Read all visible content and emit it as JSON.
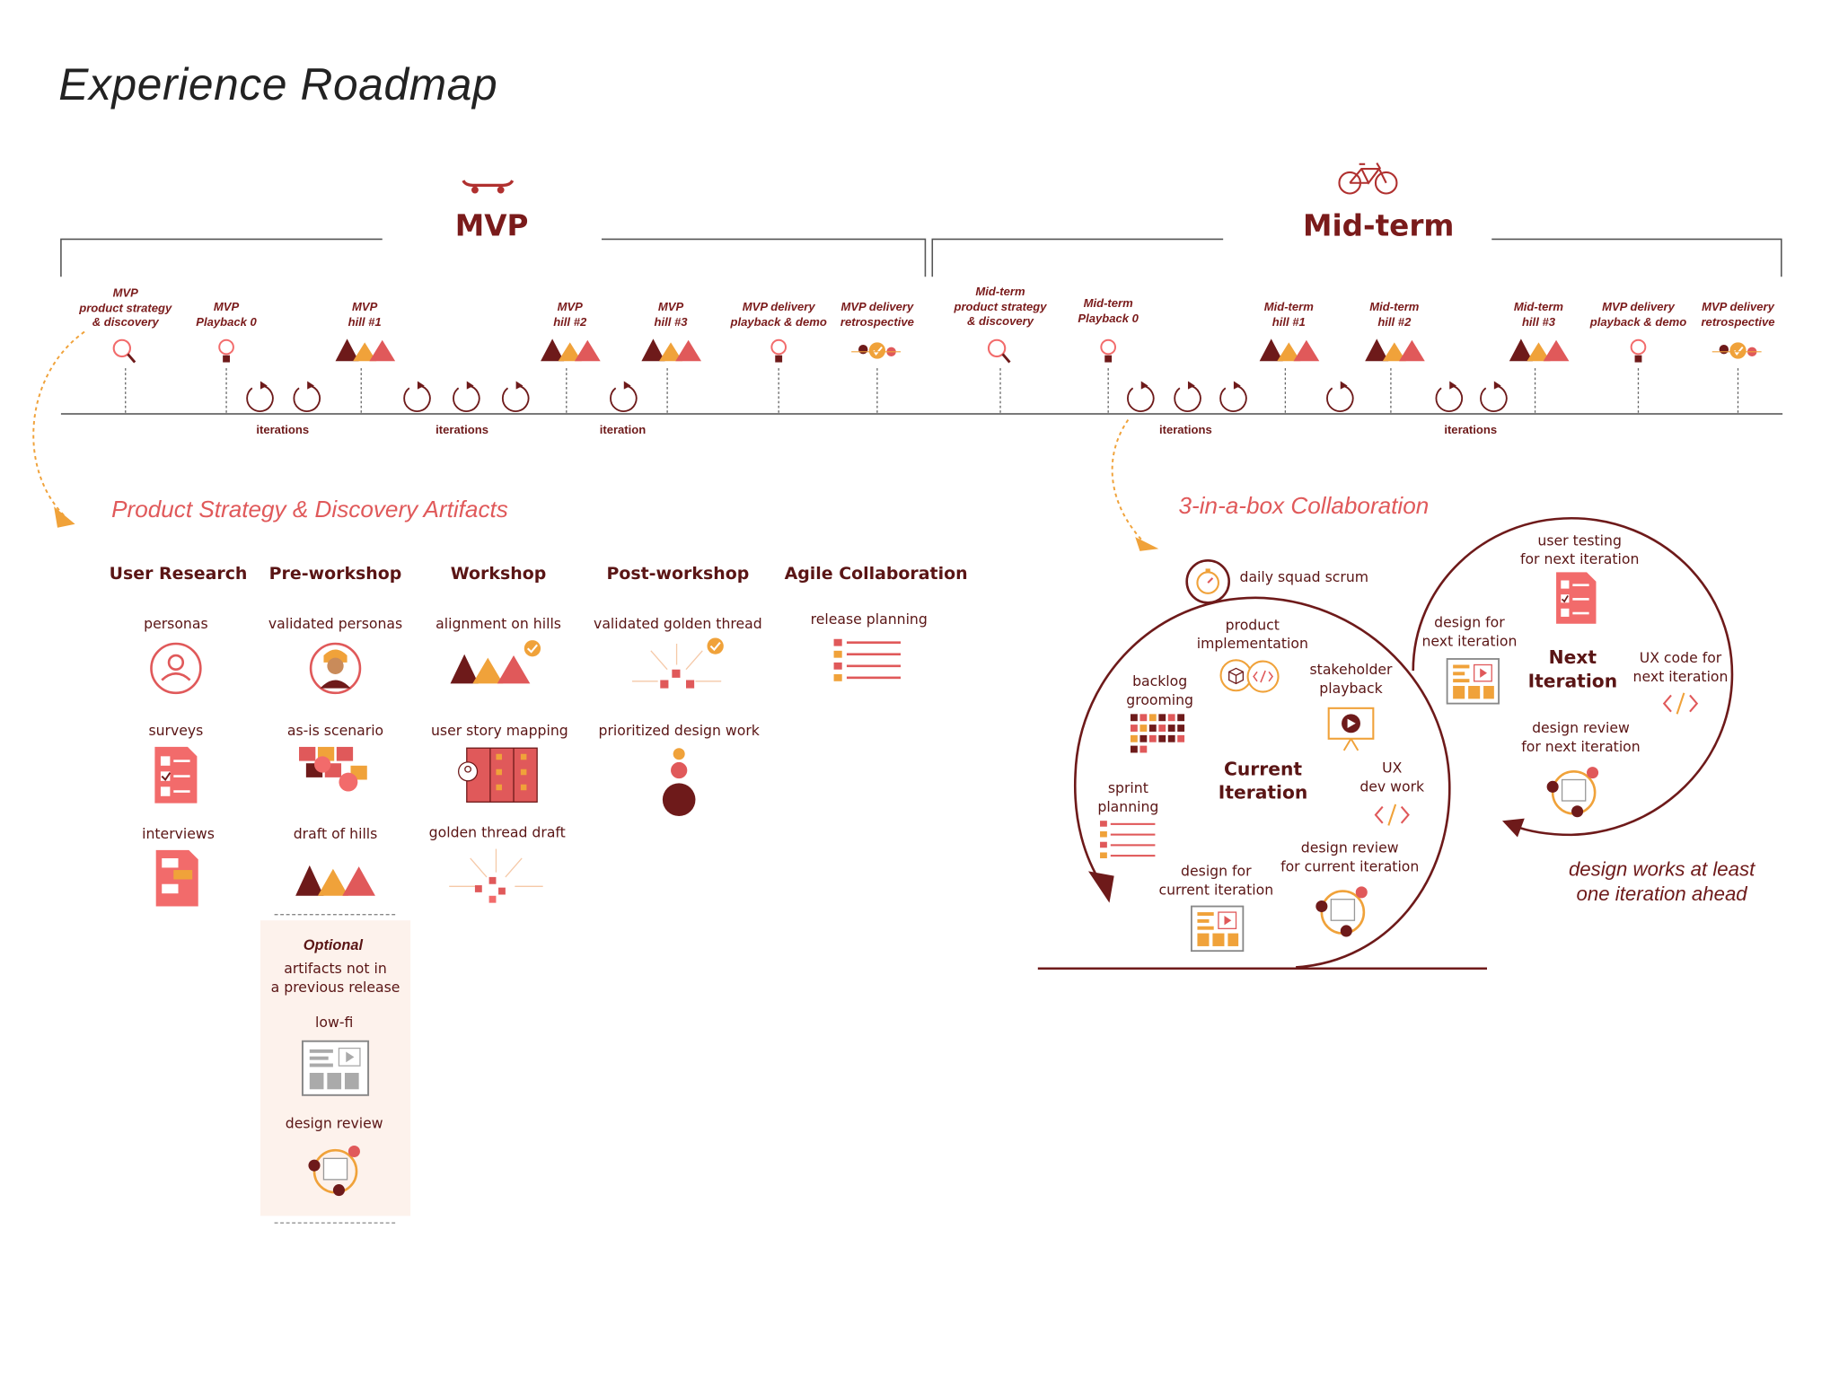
{
  "title": "Experience Roadmap",
  "phases": {
    "mvp": {
      "label": "MVP",
      "icon": "skateboard-icon"
    },
    "midterm": {
      "label": "Mid-term",
      "icon": "bicycle-icon"
    }
  },
  "milestones": [
    {
      "text": "MVP\nproduct strategy\n& discovery",
      "icon": "magnifier-icon"
    },
    {
      "text": "MVP\nPlayback 0",
      "icon": "lightbulb-icon"
    },
    {
      "text": "MVP\nhill #1",
      "icon": "hills-icon"
    },
    {
      "text": "MVP\nhill #2",
      "icon": "hills-icon"
    },
    {
      "text": "MVP\nhill #3",
      "icon": "hills-icon"
    },
    {
      "text": "MVP delivery\nplayback & demo",
      "icon": "lightbulb-icon"
    },
    {
      "text": "MVP delivery\nretrospective",
      "icon": "retro-icon"
    },
    {
      "text": "Mid-term\nproduct strategy\n& discovery",
      "icon": "magnifier-icon"
    },
    {
      "text": "Mid-term\nPlayback 0",
      "icon": "lightbulb-icon"
    },
    {
      "text": "Mid-term\nhill #1",
      "icon": "hills-icon"
    },
    {
      "text": "Mid-term\nhill #2",
      "icon": "hills-icon"
    },
    {
      "text": "Mid-term\nhill #3",
      "icon": "hills-icon"
    },
    {
      "text": "MVP delivery\nplayback & demo",
      "icon": "lightbulb-icon"
    },
    {
      "text": "MVP delivery\nretrospective",
      "icon": "retro-icon"
    }
  ],
  "iterations": [
    "iterations",
    "iterations",
    "iteration",
    "iterations",
    "iterations"
  ],
  "artifacts": {
    "heading": "Product Strategy & Discovery Artifacts",
    "columns": [
      {
        "title": "User Research",
        "items": [
          "personas",
          "surveys",
          "interviews"
        ]
      },
      {
        "title": "Pre-workshop",
        "items": [
          "validated personas",
          "as-is scenario",
          "draft of hills"
        ]
      },
      {
        "title": "Workshop",
        "items": [
          "alignment on hills",
          "user story mapping",
          "golden thread draft"
        ]
      },
      {
        "title": "Post-workshop",
        "items": [
          "validated golden thread",
          "prioritized design work"
        ]
      },
      {
        "title": "Agile Collaboration",
        "items": [
          "release planning"
        ]
      }
    ],
    "optional": {
      "title": "Optional",
      "desc": "artifacts not in\na previous release",
      "items": [
        "low-fi",
        "design review"
      ]
    }
  },
  "collab": {
    "heading": "3-in-a-box Collaboration",
    "scrum": "daily squad scrum",
    "current": {
      "title": "Current\nIteration",
      "items": [
        "product\nimplementation",
        "backlog\ngrooming",
        "stakeholder\nplayback",
        "sprint\nplanning",
        "UX\ndev work",
        "design review\nfor current iteration",
        "design for\ncurrent iteration"
      ]
    },
    "next": {
      "title": "Next\nIteration",
      "items": [
        "user testing\nfor next iteration",
        "design for\nnext iteration",
        "UX code for\nnext iteration",
        "design review\nfor next iteration"
      ]
    },
    "note": "design works at least\none iteration ahead"
  },
  "colors": {
    "maroon": "#6e1a1a",
    "red": "#e0595a",
    "coral": "#f26b6b",
    "orange": "#f0a23a",
    "dark": "#5a1515"
  }
}
